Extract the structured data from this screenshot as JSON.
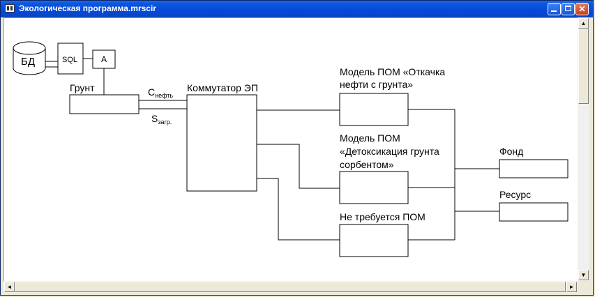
{
  "window": {
    "title": "Экологическая программа.mrscir",
    "controls": {
      "minimize": "",
      "maximize": "",
      "close": "✕"
    }
  },
  "diagram": {
    "db_label": "БД",
    "sql_label": "SQL",
    "a_label": "A",
    "soil_label": "Грунт",
    "c_main": "C",
    "c_sub": "нефть",
    "s_main": "S",
    "s_sub": "загр.",
    "switch_label": "Коммутатор ЭП",
    "model1_line1": "Модель ПОМ «Откачка",
    "model1_line2": "нефти с грунта»",
    "model2_line1": "Модель ПОМ",
    "model2_line2": "«Детоксикация грунта",
    "model2_line3": "сорбентом»",
    "model3_label": "Не требуется ПОМ",
    "fund_label": "Фонд",
    "resource_label": "Ресурс"
  },
  "scrollbars": {
    "up": "▲",
    "down": "▼",
    "left": "◄",
    "right": "►"
  }
}
